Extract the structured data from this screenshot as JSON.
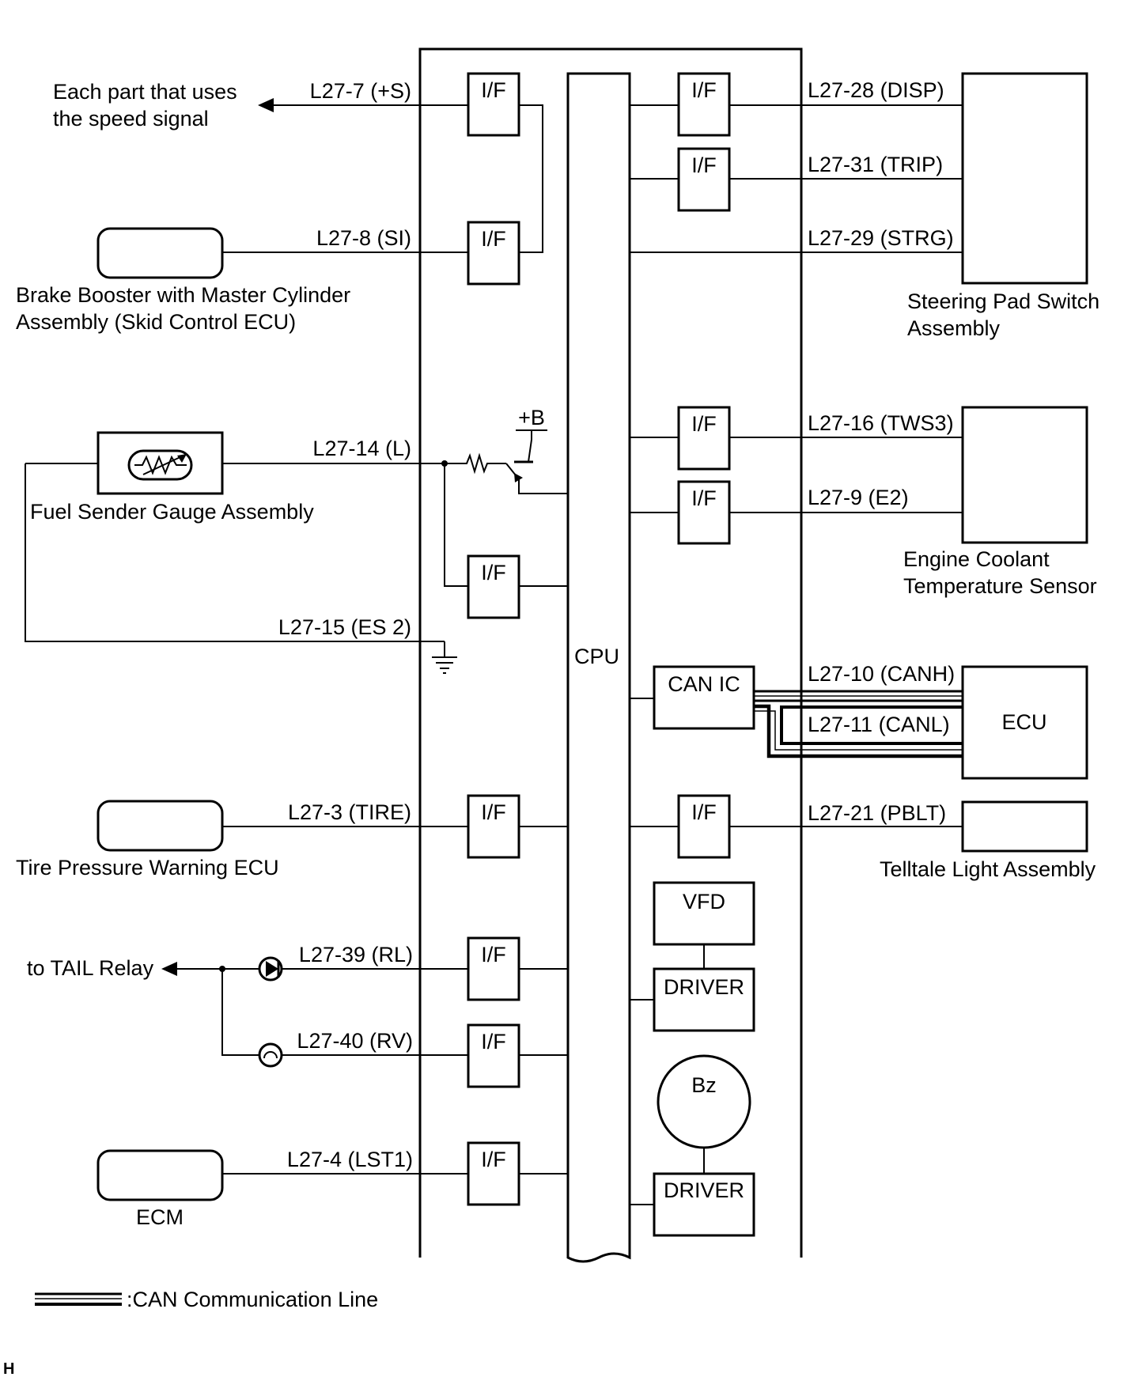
{
  "external": {
    "speed_signal_user": [
      "Each part that uses",
      "the speed signal"
    ],
    "brake_booster": [
      "Brake Booster with Master Cylinder",
      "Assembly (Skid Control ECU)"
    ],
    "fuel_sender": "Fuel Sender Gauge Assembly",
    "tire_pressure_ecu": "Tire Pressure Warning ECU",
    "tail_relay": "to TAIL Relay",
    "ecm": "ECM",
    "steering_pad": [
      "Steering Pad Switch",
      "Assembly"
    ],
    "coolant_sensor": [
      "Engine Coolant",
      "Temperature Sensor"
    ],
    "ecu": "ECU",
    "telltale": "Telltale Light Assembly"
  },
  "pins": {
    "plus_s": "L27-7 (+S)",
    "si": "L27-8 (SI)",
    "l": "L27-14 (L)",
    "es2": "L27-15 (ES 2)",
    "tire": "L27-3 (TIRE)",
    "rl": "L27-39 (RL)",
    "rv": "L27-40 (RV)",
    "lst1": "L27-4 (LST1)",
    "disp": "L27-28 (DISP)",
    "trip": "L27-31 (TRIP)",
    "strg": "L27-29 (STRG)",
    "tws3": "L27-16 (TWS3)",
    "e2": "L27-9 (E2)",
    "canh": "L27-10 (CANH)",
    "canl": "L27-11 (CANL)",
    "pblt": "L27-21 (PBLT)"
  },
  "internal": {
    "if_label": "I/F",
    "cpu": "CPU",
    "can_ic": "CAN IC",
    "vfd": "VFD",
    "driver": "DRIVER",
    "buzzer": "Bz",
    "plus_b": "+B"
  },
  "legend": {
    "can_line": ":CAN Communication Line"
  },
  "footer": {
    "mark": "H"
  }
}
